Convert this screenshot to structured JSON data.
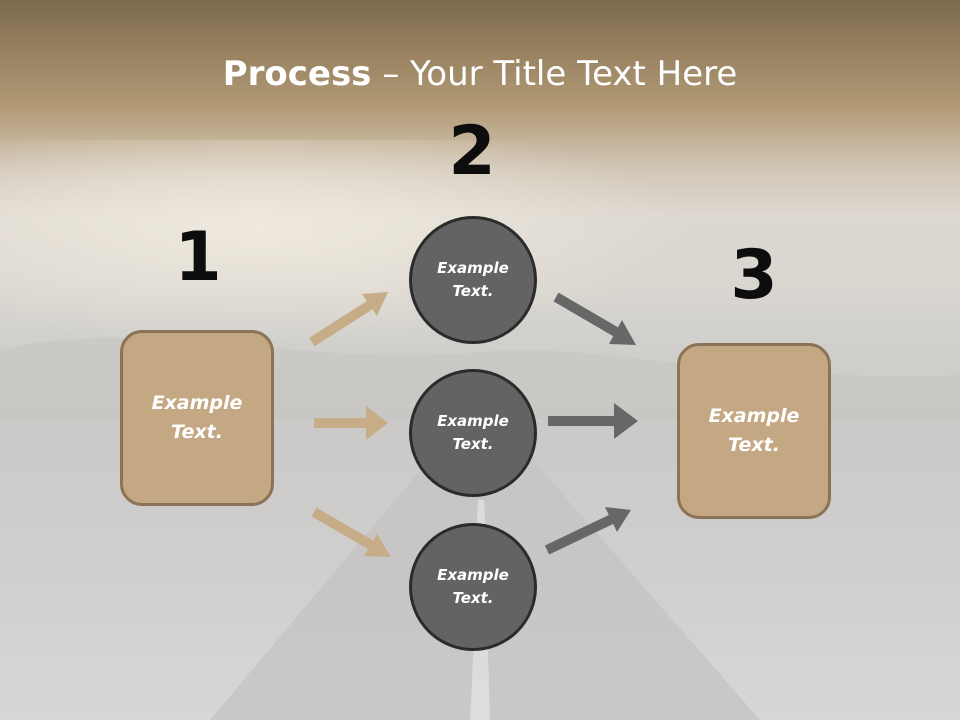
{
  "title": {
    "bold": "Process",
    "rest": " – Your Title Text Here"
  },
  "steps": {
    "one": {
      "number": "1",
      "label": "Example\nText."
    },
    "two": {
      "number": "2"
    },
    "three": {
      "number": "3",
      "label": "Example\nText."
    }
  },
  "circles": [
    {
      "label": "Example\nText."
    },
    {
      "label": "Example\nText."
    },
    {
      "label": "Example\nText."
    }
  ],
  "colors": {
    "tan_fill": "#c4a783",
    "tan_border": "#8b7356",
    "circle_fill": "#636363",
    "circle_border": "#2b2b2b",
    "arrow_tan": "#c7ac88",
    "arrow_gray": "#676767"
  }
}
